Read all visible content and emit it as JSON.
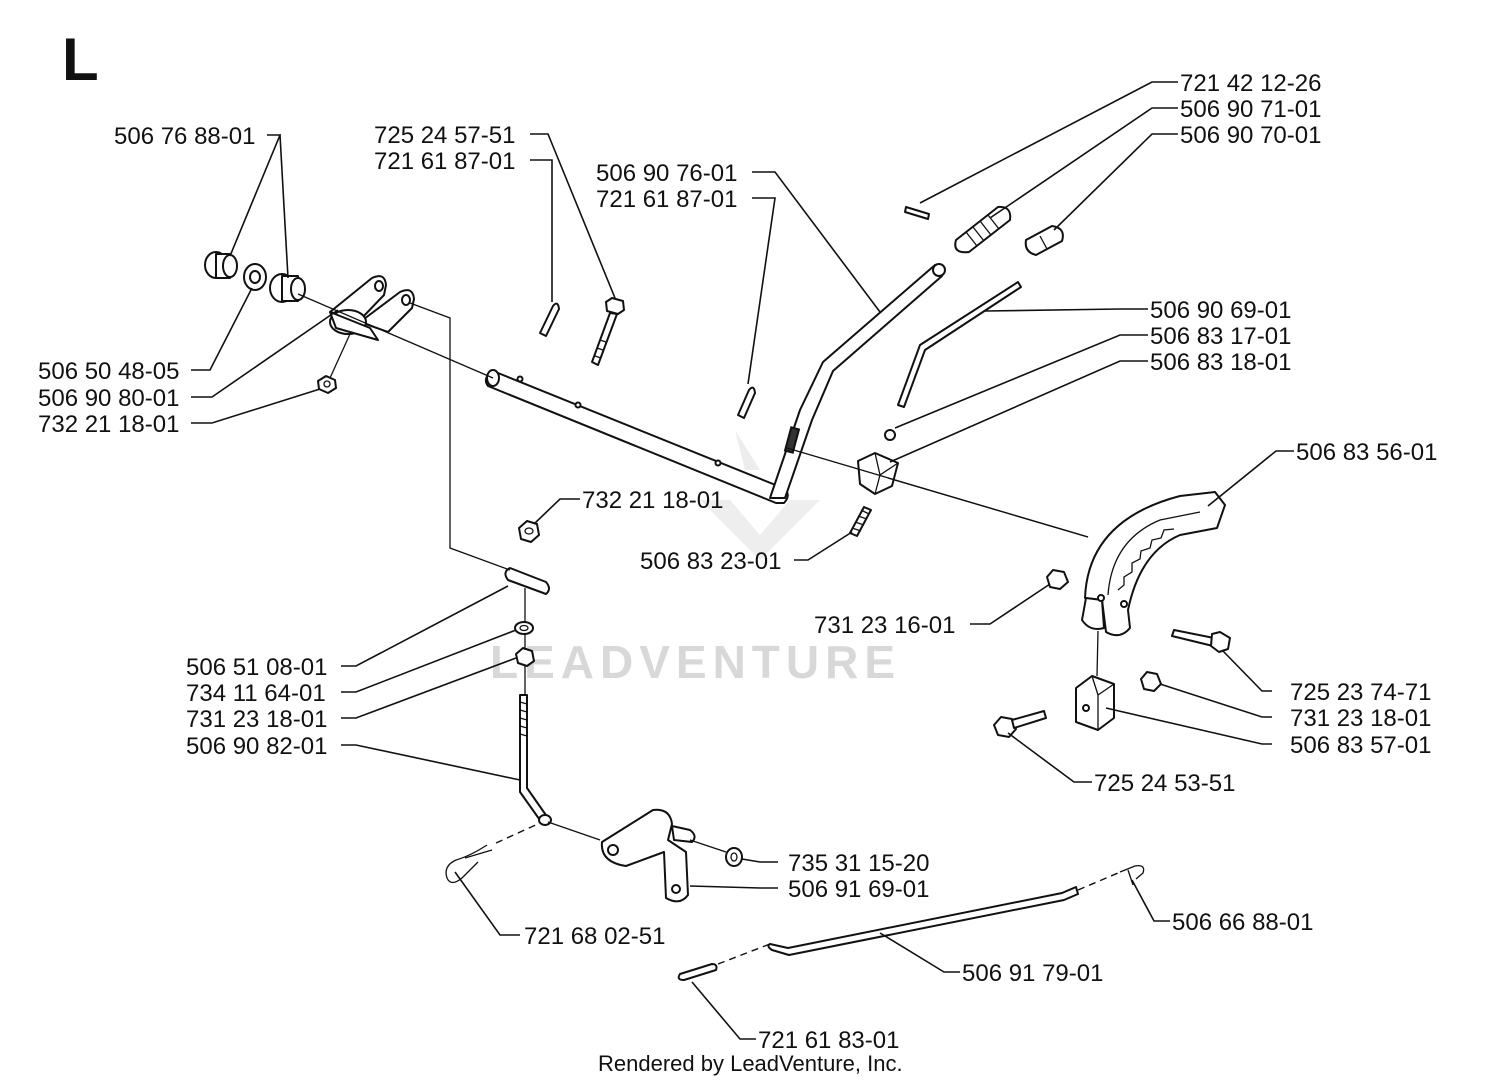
{
  "section_letter": "L",
  "watermark": "LEADVENTURE",
  "footer": "Rendered by LeadVenture, Inc.",
  "labels": {
    "p_721_42_12_26": "721 42 12-26",
    "p_506_90_71_01": "506 90 71-01",
    "p_506_90_70_01": "506 90 70-01",
    "p_506_76_88_01": "506 76 88-01",
    "p_725_24_57_51": "725 24 57-51",
    "p_721_61_87_01_a": "721 61 87-01",
    "p_506_90_76_01": "506 90 76-01",
    "p_721_61_87_01_b": "721 61 87-01",
    "p_506_90_69_01": "506 90 69-01",
    "p_506_83_17_01": "506 83 17-01",
    "p_506_83_18_01": "506 83 18-01",
    "p_506_50_48_05": "506 50 48-05",
    "p_506_90_80_01": "506 90 80-01",
    "p_732_21_18_01_a": "732 21 18-01",
    "p_506_83_56_01": "506 83 56-01",
    "p_732_21_18_01_b": "732 21 18-01",
    "p_506_83_23_01": "506 83 23-01",
    "p_731_23_16_01": "731 23 16-01",
    "p_506_51_08_01": "506 51 08-01",
    "p_734_11_64_01": "734 11 64-01",
    "p_731_23_18_01_a": "731 23 18-01",
    "p_506_90_82_01": "506 90 82-01",
    "p_725_23_74_71": "725 23 74-71",
    "p_731_23_18_01_b": "731 23 18-01",
    "p_506_83_57_01": "506 83 57-01",
    "p_725_24_53_51": "725 24 53-51",
    "p_735_31_15_20": "735 31 15-20",
    "p_506_91_69_01": "506 91 69-01",
    "p_721_68_02_51": "721 68 02-51",
    "p_506_66_88_01": "506 66 88-01",
    "p_506_91_79_01": "506 91 79-01",
    "p_721_61_83_01": "721 61 83-01"
  }
}
